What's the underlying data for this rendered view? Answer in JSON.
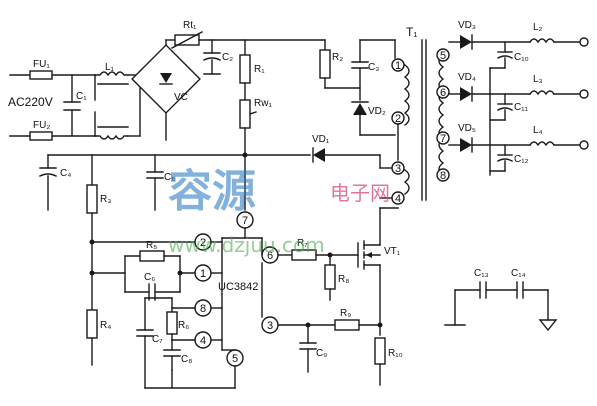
{
  "watermark": {
    "brand": "容源",
    "tagline": "电子网",
    "url": "www.dzjuu.com"
  },
  "labels": {
    "fu1": "FU₁",
    "fu2": "FU₂",
    "ac": "AC220V",
    "c1": "C₁",
    "l1": "L₁",
    "rt1": "Rt₁",
    "c2": "C₂",
    "vc": "VC",
    "r1": "R₁",
    "rw1": "Rw₁",
    "r2": "R₂",
    "c3": "C₃",
    "vd2": "VD₂",
    "vd1": "VD₁",
    "t1": "T₁",
    "vd3": "VD₃",
    "vd4": "VD₄",
    "vd5": "VD₅",
    "l2": "L₂",
    "l3": "L₃",
    "l4": "L₄",
    "c10": "C₁₀",
    "c11": "C₁₁",
    "c12": "C₁₂",
    "c4": "C₄",
    "c5": "C₅",
    "r3": "R₃",
    "r4": "R₄",
    "r5": "R₅",
    "c6": "C₆",
    "c7": "C₇",
    "r6": "R₆",
    "c8": "C₈",
    "ic": "UC3842",
    "r7": "R₇",
    "vt1": "VT₁",
    "r8": "R₈",
    "r9": "R₉",
    "c9": "C₉",
    "r10": "R₁₀",
    "c13": "C₁₃",
    "c14": "C₁₄"
  },
  "pins": {
    "p1": "1",
    "p2": "2",
    "p3": "3",
    "p4": "4",
    "p5": "5",
    "p6": "6",
    "p7": "7",
    "p8": "8",
    "w1": "1",
    "w2": "2",
    "w3": "3",
    "w4": "4",
    "w5": "5",
    "w6": "6",
    "w7": "7",
    "w8": "8"
  }
}
